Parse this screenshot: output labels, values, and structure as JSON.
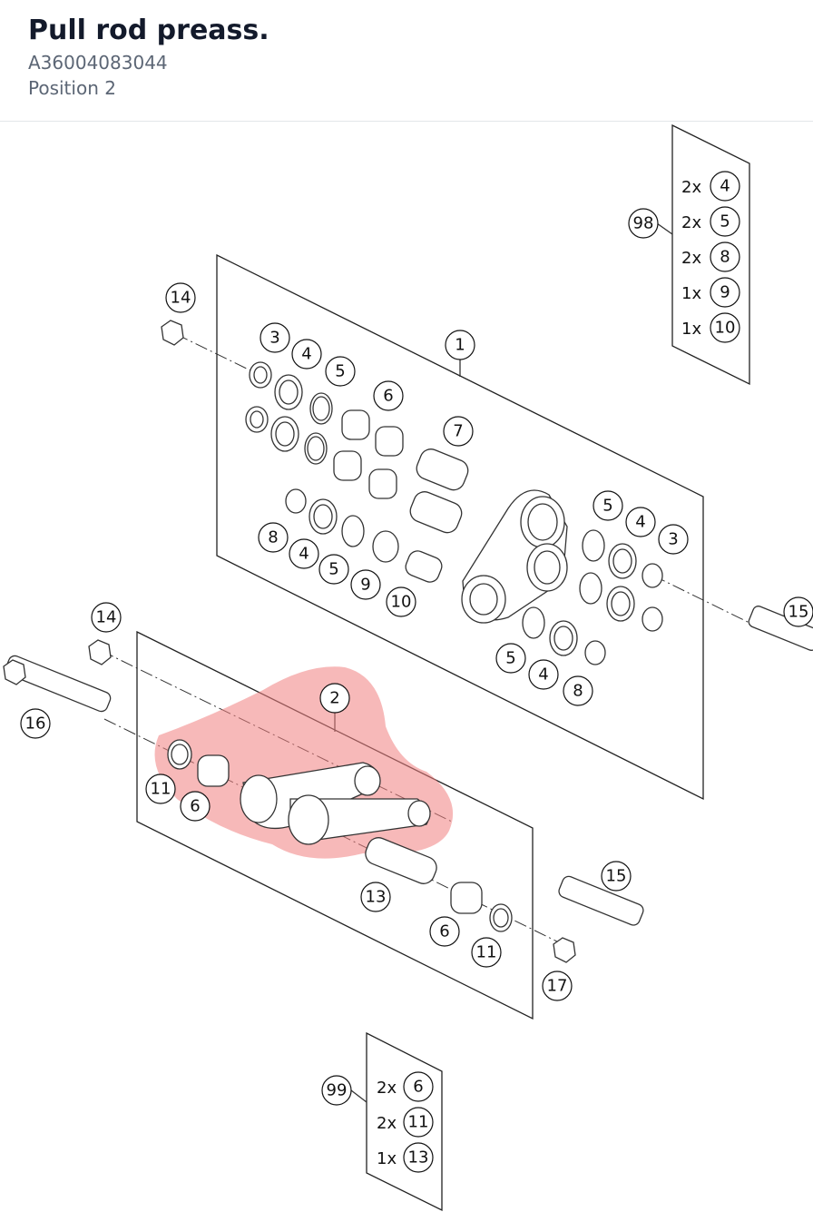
{
  "header": {
    "title": "Pull rod preass.",
    "part_number": "A36004083044",
    "position": "Position 2"
  },
  "highlight_color": "#f08080",
  "callouts": [
    "1",
    "2",
    "3",
    "4",
    "5",
    "6",
    "7",
    "8",
    "9",
    "10",
    "11",
    "13",
    "14",
    "15",
    "16",
    "17",
    "98",
    "99"
  ],
  "kit_98": {
    "label": "98",
    "rows": [
      {
        "qty": "2x",
        "item": "4"
      },
      {
        "qty": "2x",
        "item": "5"
      },
      {
        "qty": "2x",
        "item": "8"
      },
      {
        "qty": "1x",
        "item": "9"
      },
      {
        "qty": "1x",
        "item": "10"
      }
    ]
  },
  "kit_99": {
    "label": "99",
    "rows": [
      {
        "qty": "2x",
        "item": "6"
      },
      {
        "qty": "2x",
        "item": "11"
      },
      {
        "qty": "1x",
        "item": "13"
      }
    ]
  },
  "highlighted_item": "2"
}
